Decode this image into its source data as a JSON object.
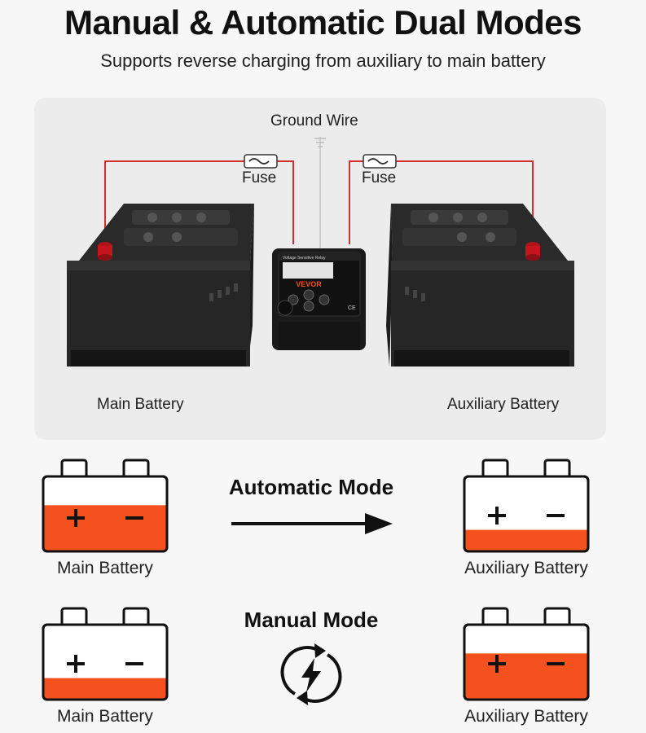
{
  "header": {
    "title": "Manual & Automatic Dual Modes",
    "subtitle": "Supports reverse charging from auxiliary to main battery"
  },
  "diagram": {
    "ground_wire_label": "Ground Wire",
    "fuse_left_label": "Fuse",
    "fuse_right_label": "Fuse",
    "main_battery_label": "Main Battery",
    "aux_battery_label": "Auxiliary Battery",
    "relay": {
      "brand": "VEVOR",
      "header_text": "Voltage Sensitive Relay",
      "ce_mark": "CE"
    }
  },
  "modes": {
    "automatic": {
      "title": "Automatic Mode",
      "main_label": "Main Battery",
      "aux_label": "Auxiliary Battery",
      "main_charge": 0.62,
      "aux_charge": 0.28
    },
    "manual": {
      "title": "Manual Mode",
      "main_label": "Main Battery",
      "aux_label": "Auxiliary Battery",
      "main_charge": 0.28,
      "aux_charge": 0.62
    }
  },
  "colors": {
    "charge": "#f4511e",
    "wire": "#d32f2f",
    "outline": "#111111"
  },
  "icons": [
    "plus-icon",
    "minus-icon",
    "arrow-right-icon",
    "lightning-cycle-icon",
    "fuse-icon"
  ]
}
